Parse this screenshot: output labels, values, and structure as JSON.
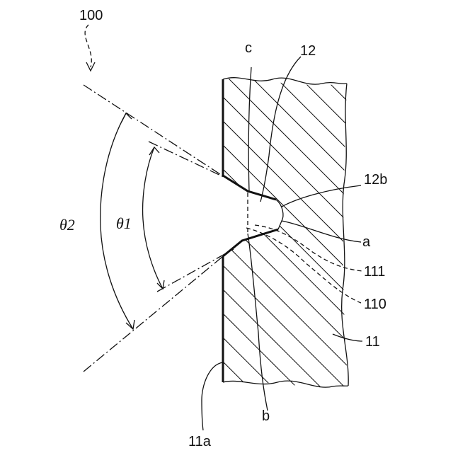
{
  "labels": {
    "device": "100",
    "c": "c",
    "part12": "12",
    "part12b": "12b",
    "a": "a",
    "part111": "111",
    "part110": "110",
    "part11": "11",
    "b": "b",
    "part11a": "11a",
    "theta1": "θ1",
    "theta2": "θ2"
  }
}
